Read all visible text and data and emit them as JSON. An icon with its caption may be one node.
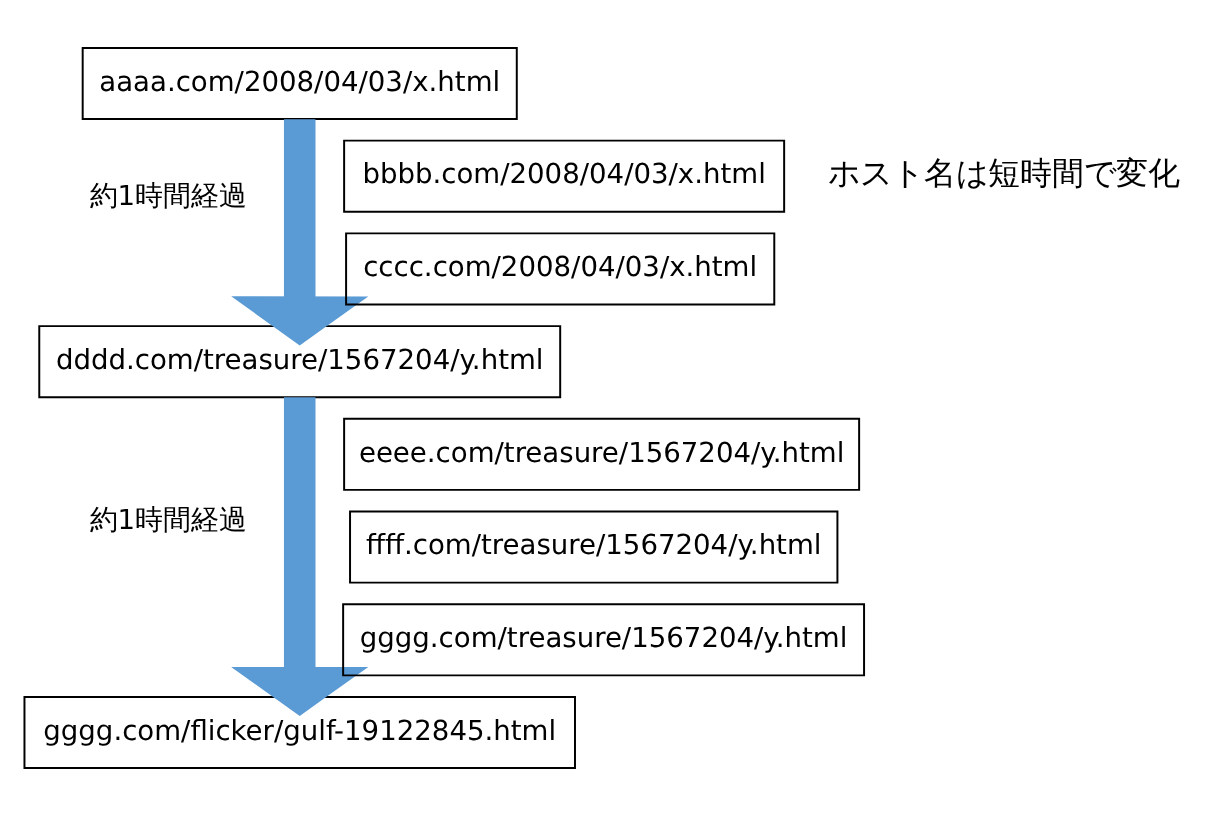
{
  "diagram": {
    "nodes": [
      {
        "text": [
          "aaaa.com/2008/04/03/x.html"
        ]
      },
      {
        "text": [
          "bbbb.com/2008/04/03/x.html"
        ]
      },
      {
        "text": [
          "cccc.com/2008/04/03/x.html"
        ]
      },
      {
        "text": [
          "dddd.com/treasure/1567204/y.html"
        ]
      },
      {
        "text": [
          "eeee.com/treasure/1567204/y.html"
        ]
      },
      {
        "text": [
          "ffff.com/treasure/1567204/y.html"
        ]
      },
      {
        "text": [
          "gggg.com/treasure/1567204/y.html"
        ]
      },
      {
        "text": [
          "gggg.com/flicker/gulf-19122845.html"
        ]
      }
    ],
    "edges": [
      {
        "from": 0,
        "to": 3,
        "arrow": "to",
        "label": "約1時間経過"
      },
      {
        "from": 3,
        "to": 7,
        "arrow": "to",
        "label": "約1時間経過"
      }
    ],
    "labels": [
      "ホスト名は短時間で変化"
    ]
  }
}
